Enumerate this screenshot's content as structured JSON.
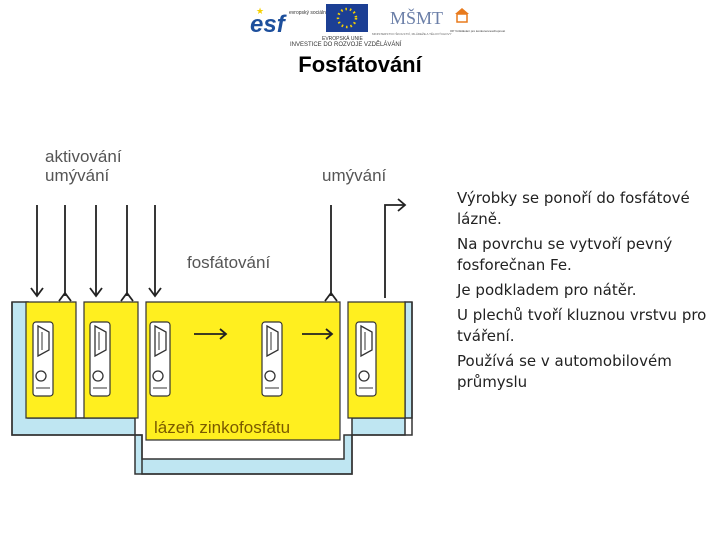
{
  "header": {
    "logos": {
      "esf_text": "esf",
      "esf_caption": "evropský sociální fond v ČR",
      "eu_caption": "EVROPSKÁ UNIE",
      "msmt_text": "MŠMT",
      "msmt_caption": "MINISTERSTVO ŠKOLSTVÍ, MLÁDEŽE A TĚLOVÝCHOVY",
      "op_caption": "OP Vzdělávání pro konkurenceschopnost",
      "slogan": "INVESTICE DO ROZVOJE VZDĚLÁVÁNÍ"
    },
    "colors": {
      "esf_blue": "#1d4f9c",
      "eu_blue": "#1c3f94",
      "eu_star": "#f5d000",
      "op_orange": "#e87a1c"
    }
  },
  "title": "Fosfátování",
  "diagram": {
    "labels": {
      "activation": "aktivování",
      "rinse_left": "umývání",
      "rinse_right": "umývání",
      "phosphating": "fosfátování",
      "bath": "lázeň zinkofosfátu"
    },
    "colors": {
      "liquid": "#ffef1f",
      "tank": "#bfe6f2",
      "tank_outline": "#333333",
      "label_dark": "#555555",
      "label_bath": "#7a5a00",
      "label_red": "#c11b17"
    }
  },
  "bullets": [
    "Výrobky se ponoří do fosfátové lázně.",
    "Na povrchu se vytvoří pevný fosforečnan Fe.",
    "Je podkladem pro nátěr.",
    "U plechů tvoří kluznou vrstvu pro tváření.",
    "Používá se v automobilovém průmyslu"
  ]
}
